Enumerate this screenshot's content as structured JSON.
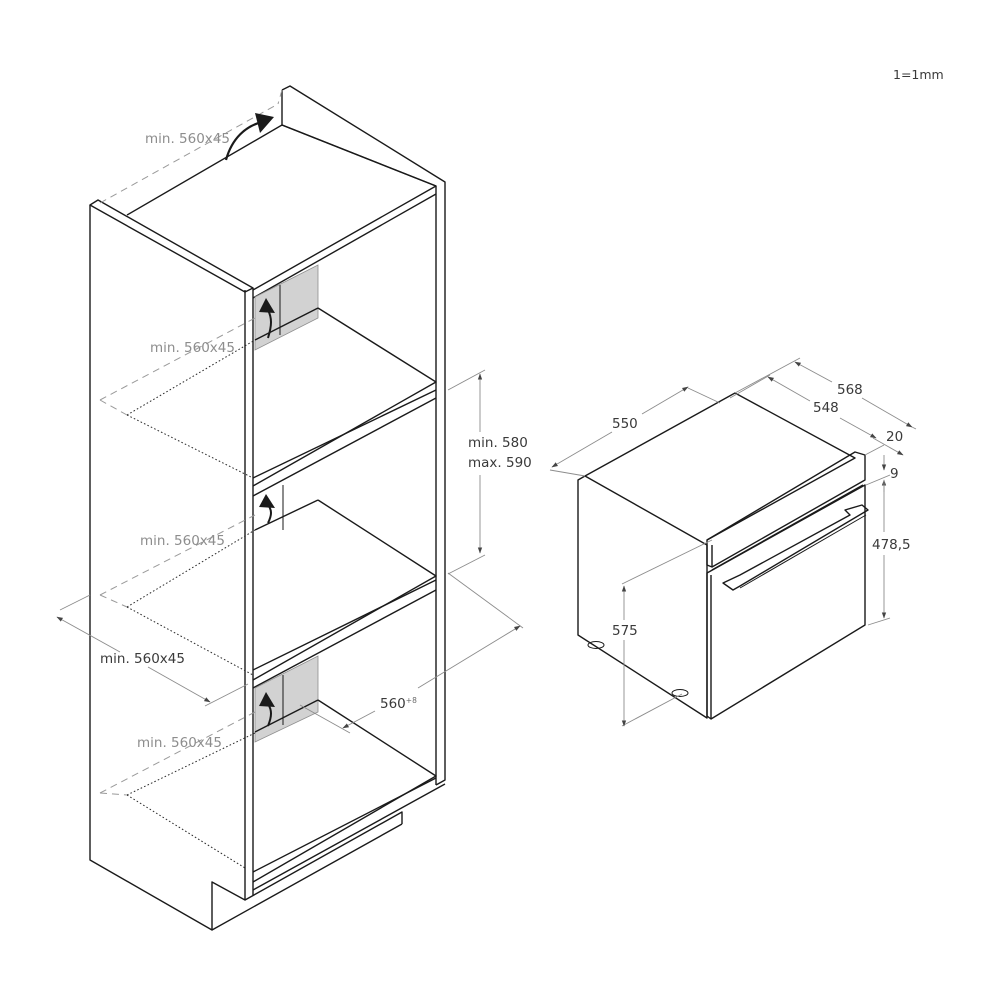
{
  "scale_note": "1=1mm",
  "cabinet": {
    "vent_labels": {
      "top": "min. 560x45",
      "upper_shelf": "min. 560x45",
      "middle_shelf": "min. 560x45",
      "bottom_shelf": "min. 560x45"
    },
    "depth_label": "min. 560x45",
    "niche_height": {
      "line1": "min. 580",
      "line2": "max. 590"
    },
    "niche_width": {
      "value": "560",
      "tolerance": "+8"
    }
  },
  "oven": {
    "dimensions": {
      "depth_body": "550",
      "width_outer": "568",
      "width_body": "548",
      "front_panel_depth": "20",
      "control_gap": "9",
      "height_front": "478,5",
      "height_total": "575"
    }
  },
  "colors": {
    "line": "#1a1a1a",
    "dimension_line": "#8c8c8c",
    "vent_fill": "#d2d2d2",
    "grey_label": "#8d8d8d",
    "label": "#3a3a3a"
  }
}
